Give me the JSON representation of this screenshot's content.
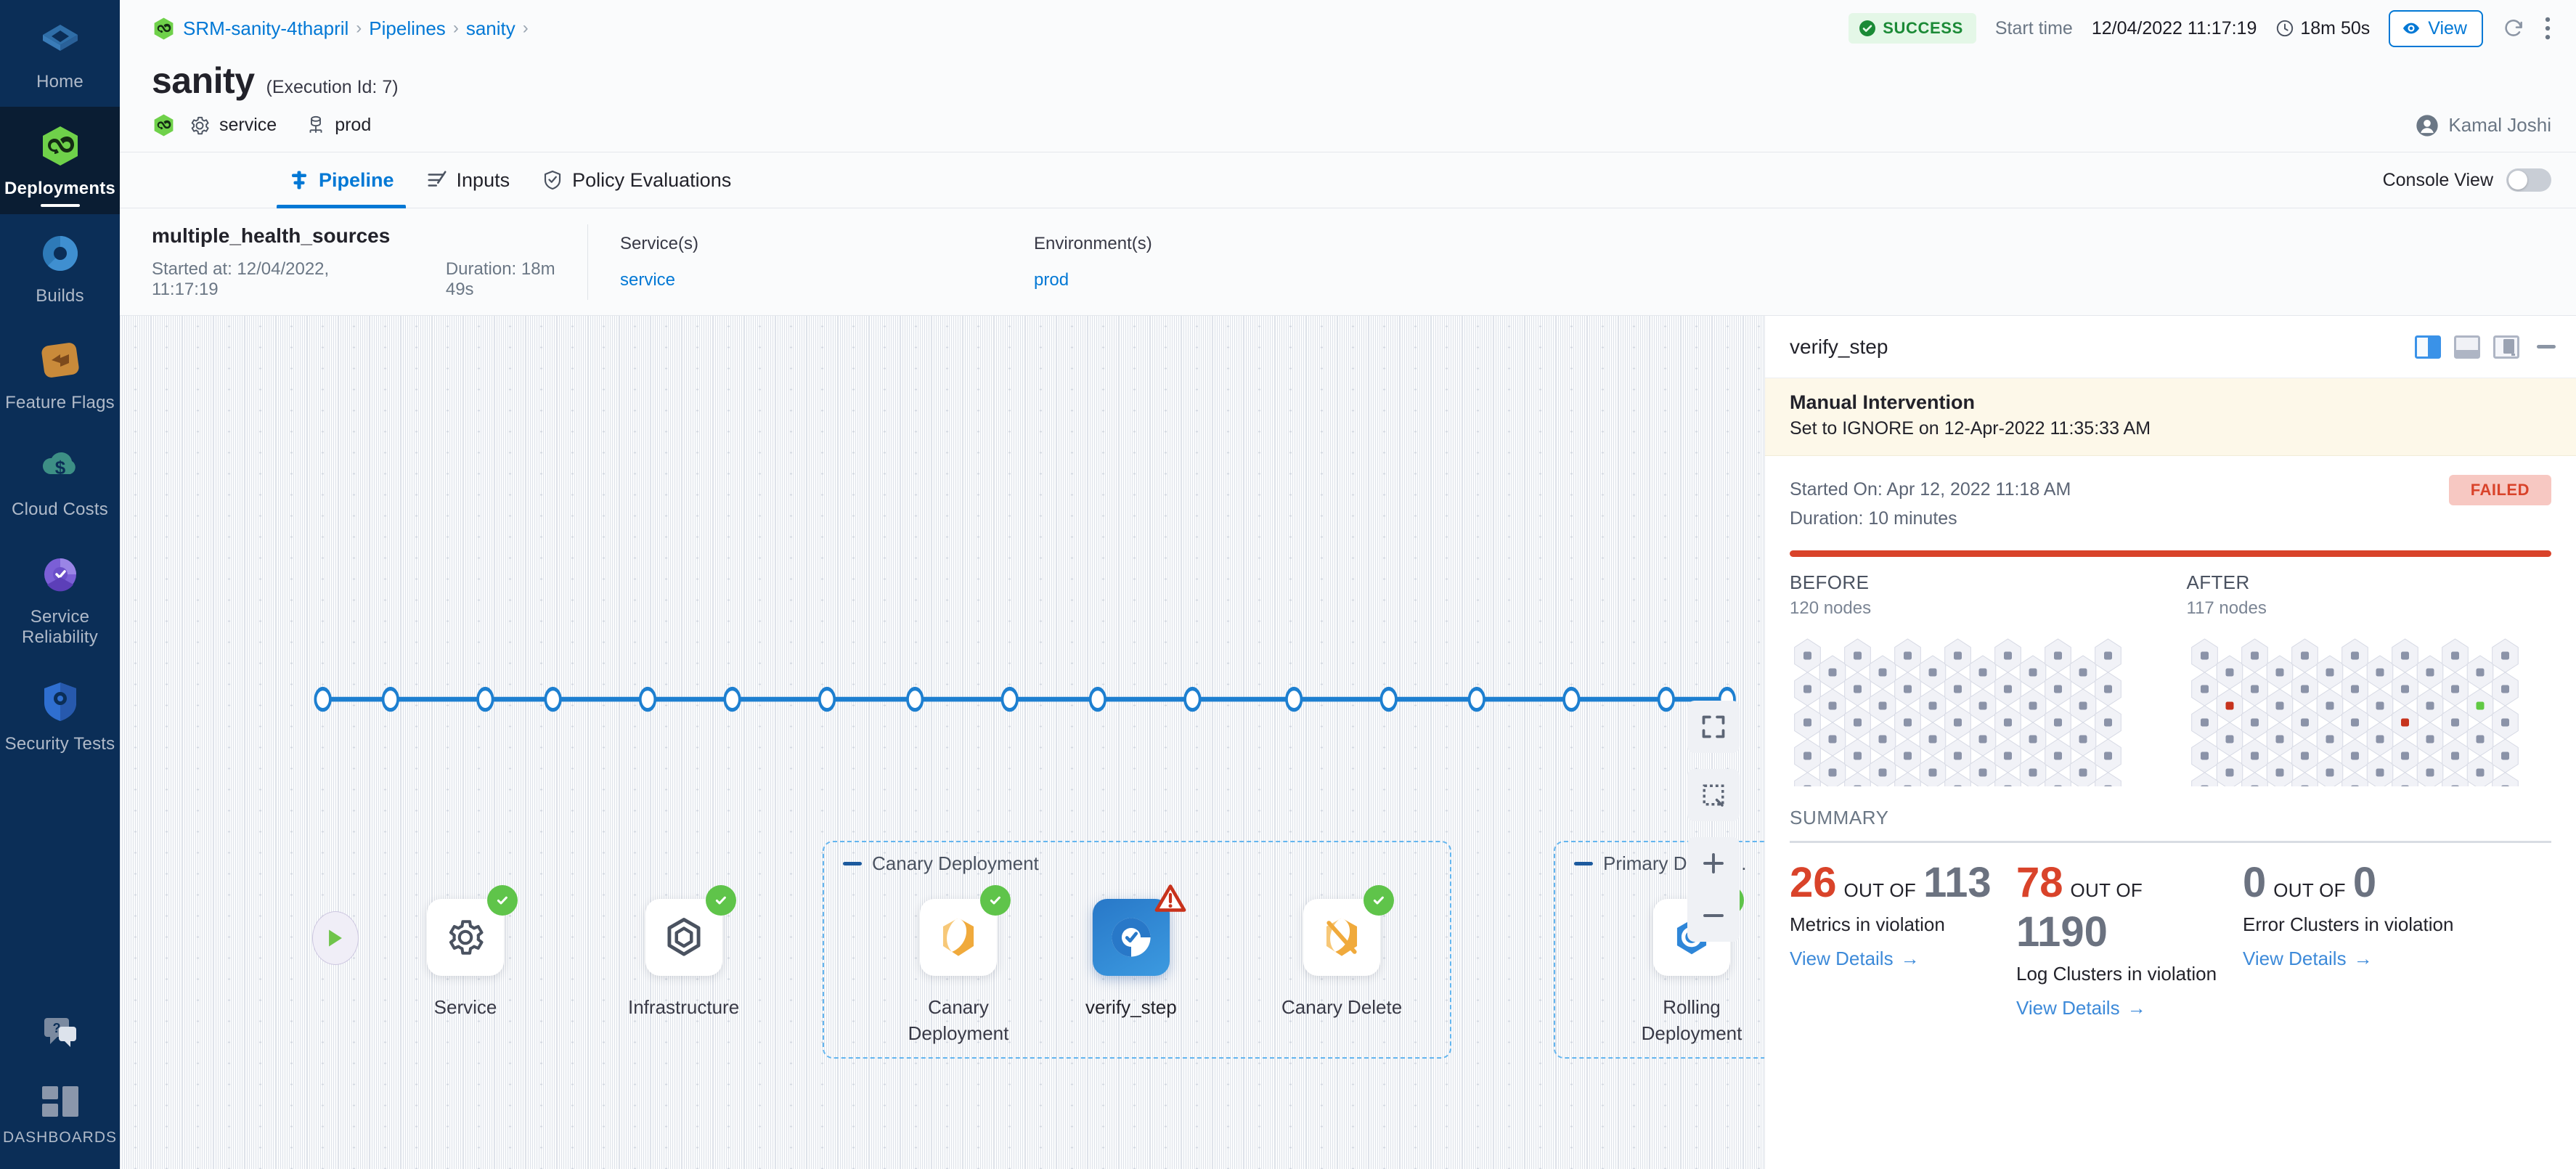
{
  "sidebar": {
    "items": [
      {
        "label": "Home",
        "icon": "home-icon",
        "active": false
      },
      {
        "label": "Deployments",
        "icon": "deployments-icon",
        "active": true
      },
      {
        "label": "Builds",
        "icon": "builds-icon",
        "active": false
      },
      {
        "label": "Feature Flags",
        "icon": "feature-flags-icon",
        "active": false
      },
      {
        "label": "Cloud Costs",
        "icon": "cloud-costs-icon",
        "active": false
      },
      {
        "label": "Service Reliability",
        "icon": "service-reliability-icon",
        "active": false
      },
      {
        "label": "Security Tests",
        "icon": "security-tests-icon",
        "active": false
      }
    ],
    "help_icon": "help-chat-icon",
    "dashboards_label": "DASHBOARDS",
    "dashboards_icon": "dashboards-icon"
  },
  "header": {
    "breadcrumbs": [
      "SRM-sanity-4thapril",
      "Pipelines",
      "sanity"
    ],
    "status": "SUCCESS",
    "start_time_label": "Start time",
    "start_time_value": "12/04/2022 11:17:19",
    "duration": "18m 50s",
    "view_button": "View",
    "refresh_icon": "refresh-icon",
    "more_icon": "more-vertical-icon"
  },
  "title": {
    "name": "sanity",
    "execution_id": "(Execution Id: 7)",
    "service_chip": "service",
    "environment_chip": "prod",
    "user": "Kamal Joshi"
  },
  "tabs": {
    "items": [
      {
        "label": "Pipeline",
        "icon": "pipeline-icon",
        "active": true
      },
      {
        "label": "Inputs",
        "icon": "inputs-icon",
        "active": false
      },
      {
        "label": "Policy Evaluations",
        "icon": "policy-shield-icon",
        "active": false
      }
    ],
    "console_view_label": "Console View",
    "console_view_on": false
  },
  "stage": {
    "name": "multiple_health_sources",
    "started_at": "Started at: 12/04/2022, 11:17:19",
    "duration": "Duration: 18m 49s",
    "services_header": "Service(s)",
    "services_value": "service",
    "environments_header": "Environment(s)",
    "environments_value": "prod"
  },
  "canvas": {
    "controls": [
      {
        "name": "fit-to-screen-button",
        "icon": "expand-icon"
      },
      {
        "name": "select-area-button",
        "icon": "marquee-select-icon"
      },
      {
        "name": "zoom-in-button",
        "icon": "plus-icon"
      },
      {
        "name": "zoom-out-button",
        "icon": "minus-icon"
      }
    ],
    "nodes": [
      {
        "id": "start",
        "type": "start",
        "label": "",
        "icon": "play-icon",
        "status": "none"
      },
      {
        "id": "service",
        "type": "step",
        "label": "Service",
        "icon": "gear-icon",
        "status": "success"
      },
      {
        "id": "infrastructure",
        "type": "step",
        "label": "Infrastructure",
        "icon": "infrastructure-hex-icon",
        "status": "success"
      },
      {
        "id": "canary-deployment",
        "type": "step",
        "label": "Canary Deployment",
        "icon": "kubernetes-canary-icon",
        "status": "success"
      },
      {
        "id": "verify-step",
        "type": "step",
        "label": "verify_step",
        "icon": "verify-icon",
        "status": "warning",
        "selected": true
      },
      {
        "id": "canary-delete",
        "type": "step",
        "label": "Canary Delete",
        "icon": "kubernetes-delete-icon",
        "status": "success"
      },
      {
        "id": "rolling-deployment",
        "type": "step",
        "label": "Rolling Deployment",
        "icon": "rolling-deployment-icon",
        "status": "success"
      },
      {
        "id": "end",
        "type": "end",
        "label": "",
        "icon": "stop-icon",
        "status": "none"
      }
    ],
    "groups": [
      {
        "id": "canary-deployment-group",
        "label": "Canary Deployment"
      },
      {
        "id": "primary-deployment-group",
        "label": "Primary Deploy..."
      }
    ]
  },
  "detail_panel": {
    "title": "verify_step",
    "view_icons": [
      {
        "name": "split-right-view-icon",
        "active": true
      },
      {
        "name": "split-bottom-view-icon",
        "active": false
      },
      {
        "name": "float-view-icon",
        "active": false
      }
    ],
    "minimize_icon": "minimize-icon",
    "banner": {
      "title": "Manual Intervention",
      "subtitle": "Set to IGNORE on 12-Apr-2022 11:35:33 AM"
    },
    "started_on": "Started On: Apr 12, 2022 11:18 AM",
    "duration": "Duration: 10 minutes",
    "status_pill": "FAILED",
    "before": {
      "header": "BEFORE",
      "nodes_label": "120 nodes",
      "node_count": 120
    },
    "after": {
      "header": "AFTER",
      "nodes_label": "117 nodes",
      "node_count": 117
    },
    "summary_header": "SUMMARY",
    "summary": [
      {
        "numerator": "26",
        "numerator_color": "red",
        "out_of_label": "OUT OF",
        "denominator": "113",
        "denominator_color": "grey",
        "description": "Metrics in violation",
        "link": "View Details"
      },
      {
        "numerator": "78",
        "numerator_color": "red",
        "out_of_label": "OUT OF",
        "denominator": "1190",
        "denominator_color": "grey",
        "description": "Log Clusters in violation",
        "link": "View Details"
      },
      {
        "numerator": "0",
        "numerator_color": "grey",
        "out_of_label": "OUT OF",
        "denominator": "0",
        "denominator_color": "grey",
        "description": "Error Clusters in violation",
        "link": "View Details"
      }
    ]
  },
  "colors": {
    "brand_blue": "#0278d5",
    "success_green": "#5fc44a",
    "failed_red": "#d9432a",
    "nav_bg": "#0b2e57",
    "warning_amber": "#f0a21a"
  }
}
